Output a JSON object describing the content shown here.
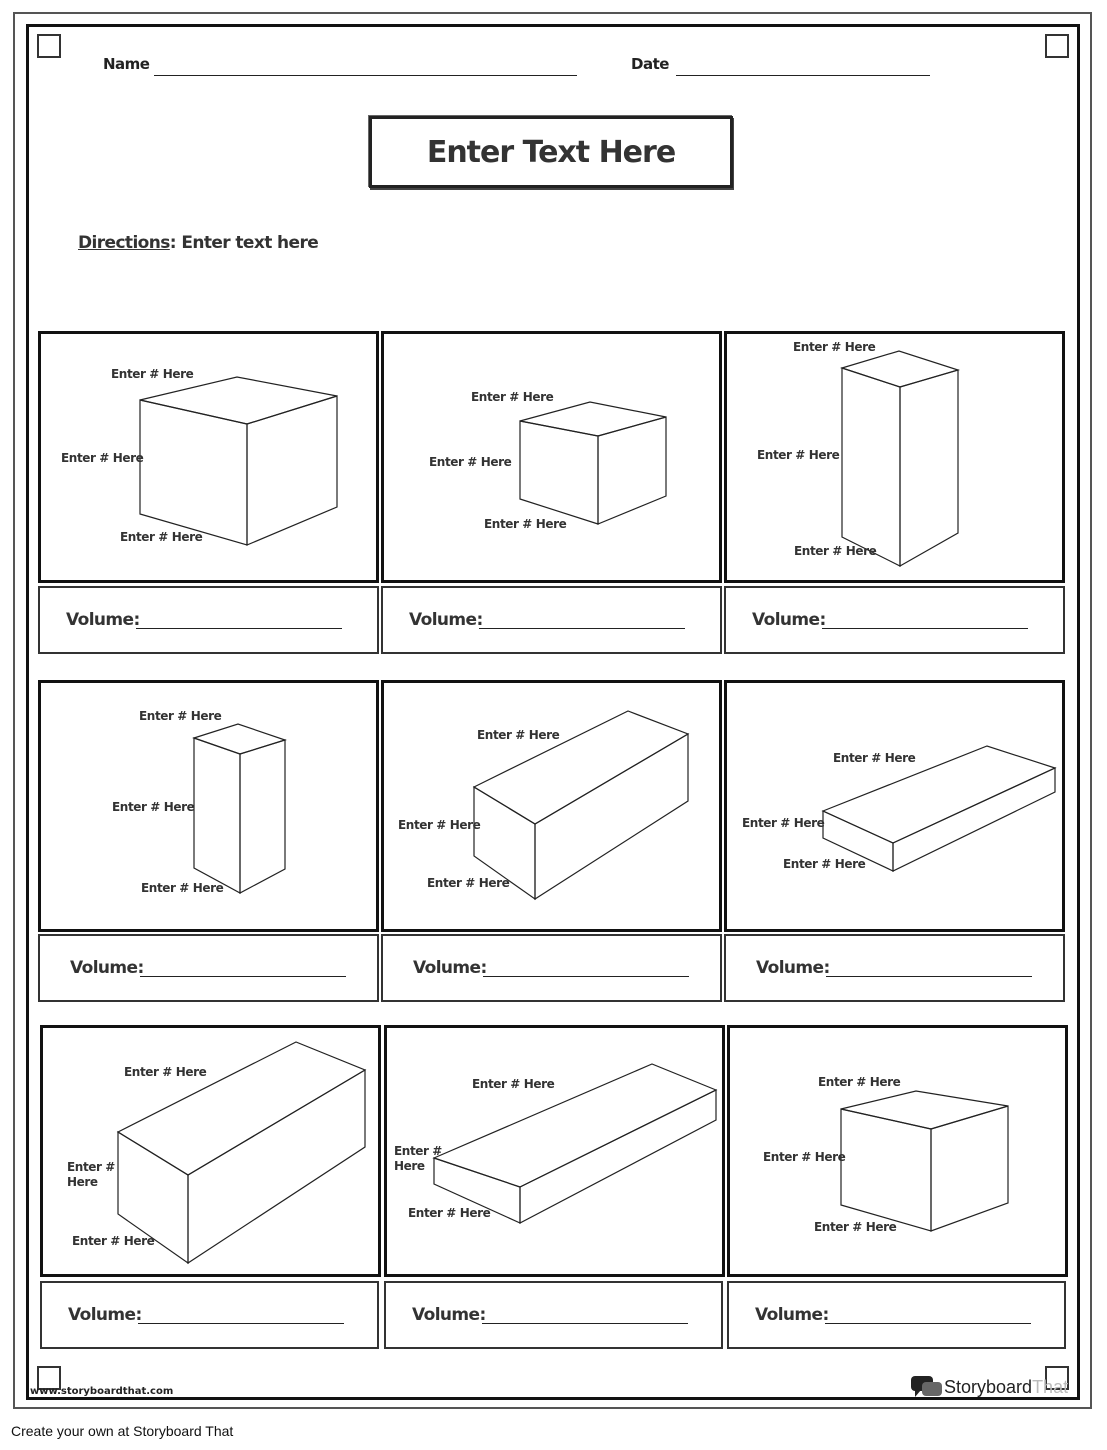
{
  "header": {
    "name_label": "Name",
    "date_label": "Date"
  },
  "title": "Enter Text Here",
  "directions": {
    "label": "Directions",
    "text": ": Enter text here"
  },
  "volume_label": "Volume:",
  "shapes": [
    {
      "labels": [
        "Enter # Here",
        "Enter # Here",
        "Enter # Here"
      ]
    },
    {
      "labels": [
        "Enter # Here",
        "Enter # Here",
        "Enter # Here"
      ]
    },
    {
      "labels": [
        "Enter # Here",
        "Enter # Here",
        "Enter # Here"
      ]
    },
    {
      "labels": [
        "Enter # Here",
        "Enter # Here",
        "Enter # Here"
      ]
    },
    {
      "labels": [
        "Enter # Here",
        "Enter # Here",
        "Enter # Here"
      ]
    },
    {
      "labels": [
        "Enter # Here",
        "Enter # Here",
        "Enter # Here"
      ]
    },
    {
      "labels": [
        "Enter # Here",
        "Enter #\nHere",
        "Enter # Here"
      ]
    },
    {
      "labels": [
        "Enter # Here",
        "Enter #\nHere",
        "Enter # Here"
      ]
    },
    {
      "labels": [
        "Enter # Here",
        "Enter # Here",
        "Enter # Here"
      ]
    }
  ],
  "footer": {
    "url": "www.storyboardthat.com",
    "brand_main": "Storyboard",
    "brand_suffix": "That",
    "credit": "Create your own at Storyboard That"
  }
}
